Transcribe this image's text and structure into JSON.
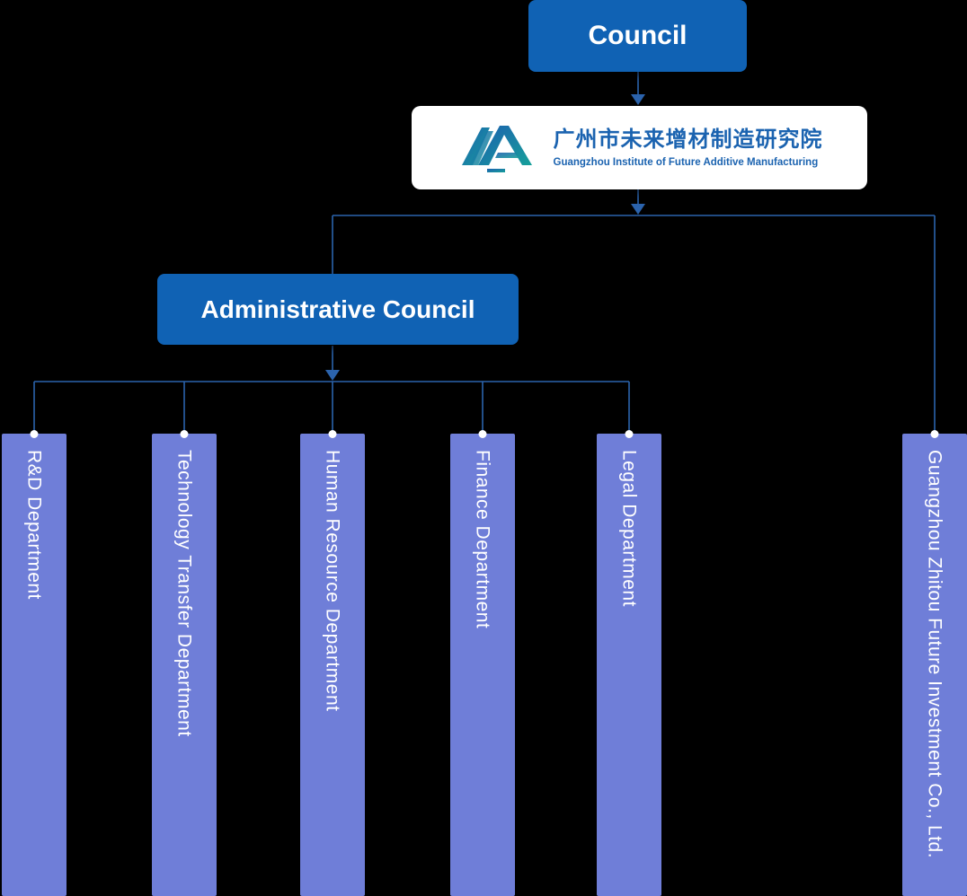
{
  "colors": {
    "background": "#000000",
    "node_fill": "#1062B4",
    "bar_fill": "#6F7ED8",
    "connector": "#2B63AC",
    "logo_blue": "#1B63B0",
    "text_on_node": "#FFFFFF"
  },
  "council": {
    "label": "Council"
  },
  "institute": {
    "logo_icon": "aa-monogram-icon",
    "title_zh": "广州市未来增材制造研究院",
    "title_en": "Guangzhou Institute of Future Additive Manufacturing"
  },
  "administrative_council": {
    "label": "Administrative Council"
  },
  "departments": [
    {
      "label": "R&D Department"
    },
    {
      "label": "Technology Transfer Department"
    },
    {
      "label": "Human Resource Department"
    },
    {
      "label": "Finance Department"
    },
    {
      "label": "Legal Department"
    }
  ],
  "subsidiary": {
    "label": "Guangzhou Zhitou Future Investment Co., Ltd."
  }
}
